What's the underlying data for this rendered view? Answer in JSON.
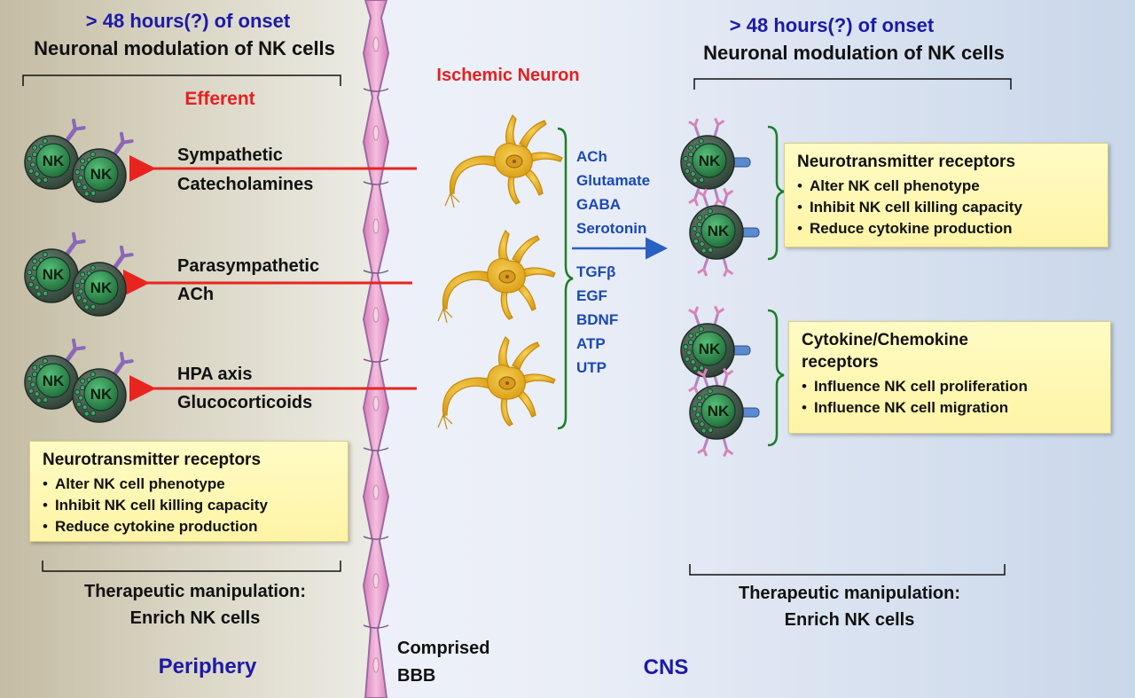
{
  "periphery": {
    "onset": "> 48 hours(?) of onset",
    "heading": "Neuronal modulation  of NK cells",
    "efferent": "Efferent",
    "pathways": [
      {
        "line1": "Sympathetic",
        "line2": "Catecholamines"
      },
      {
        "line1": "Parasympathetic",
        "line2": "ACh"
      },
      {
        "line1": "HPA axis",
        "line2": "Glucocorticoids"
      }
    ],
    "receptor_box": {
      "title": "Neurotransmitter receptors",
      "items": [
        "Alter NK cell phenotype",
        "Inhibit NK cell killing capacity",
        "Reduce cytokine production"
      ]
    },
    "therapeutic": {
      "line1": "Therapeutic manipulation:",
      "line2": "Enrich NK cells"
    },
    "region_label": "Periphery"
  },
  "center": {
    "ischemic_neuron": "Ischemic Neuron",
    "neurotransmitters": [
      "ACh",
      "Glutamate",
      "GABA",
      "Serotonin"
    ],
    "growth_factors": [
      "TGFβ",
      "EGF",
      "BDNF",
      "ATP",
      "UTP"
    ],
    "bbb_label": {
      "line1": "Comprised",
      "line2": "BBB"
    }
  },
  "cns": {
    "onset": "> 48 hours(?) of onset",
    "heading": "Neuronal modulation  of NK cells",
    "receptor_box": {
      "title": "Neurotransmitter receptors",
      "items": [
        "Alter NK cell phenotype",
        "Inhibit NK cell killing capacity",
        "Reduce cytokine production"
      ]
    },
    "cytokine_box": {
      "title_line1": "Cytokine/Chemokine",
      "title_line2": "receptors",
      "items": [
        "Influence NK cell proliferation",
        "Influence NK cell migration"
      ]
    },
    "therapeutic": {
      "line1": "Therapeutic manipulation:",
      "line2": "Enrich NK cells"
    },
    "region_label": "CNS"
  },
  "nk_label": "NK",
  "colors": {
    "arrow_red": "#e8241f",
    "arrow_blue": "#2a5fc4",
    "neuron": "#eab324",
    "nk_outer": "#3e5a4a",
    "nk_nucleus": "#2e8a4a",
    "receptor_purple": "#8a68b8",
    "bracket_green": "#1e7d28",
    "bbb_pink": "#e8a3cc",
    "title_blue": "#1c1aa8",
    "efferent_red": "#e52020"
  }
}
